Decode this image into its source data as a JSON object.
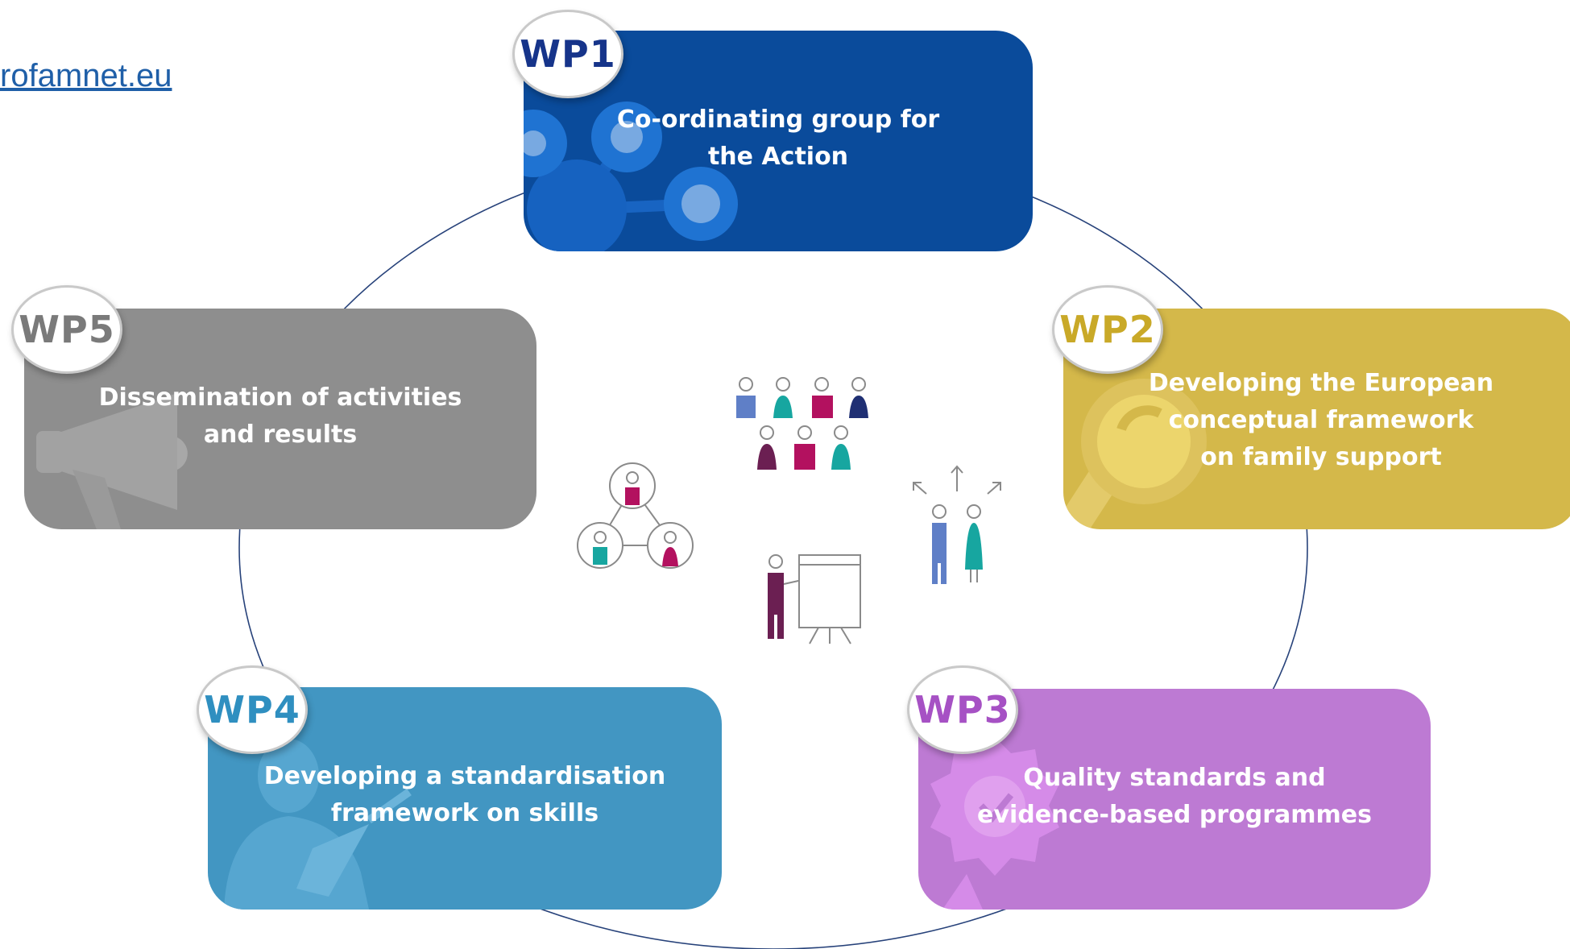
{
  "link": {
    "text": "rofamnet.eu"
  },
  "work_packages": [
    {
      "badge": "WP1",
      "lines": [
        "Co-ordinating group for",
        "the Action"
      ],
      "color": "#0a4b9b",
      "badge_color": "#16348a",
      "icon": "network-nodes-icon"
    },
    {
      "badge": "WP2",
      "lines": [
        "Developing the European",
        "conceptual framework",
        "on family support"
      ],
      "color": "#d4b84a",
      "badge_color": "#c9a928",
      "icon": "magnifier-icon"
    },
    {
      "badge": "WP3",
      "lines": [
        "Quality standards and",
        "evidence-based programmes"
      ],
      "color": "#bd7ad3",
      "badge_color": "#a651c4",
      "icon": "quality-seal-icon"
    },
    {
      "badge": "WP4",
      "lines": [
        "Developing a standardisation",
        "framework on skills"
      ],
      "color": "#4296c2",
      "badge_color": "#2f8fc0",
      "icon": "person-writing-icon"
    },
    {
      "badge": "WP5",
      "lines": [
        "Dissemination of activities",
        "and results"
      ],
      "color": "#8e8e8e",
      "badge_color": "#7a7a7a",
      "icon": "megaphone-icon"
    }
  ],
  "center_icons": [
    "group-of-people-icon",
    "connected-people-icon",
    "people-directions-icon",
    "presenter-flipchart-icon"
  ]
}
